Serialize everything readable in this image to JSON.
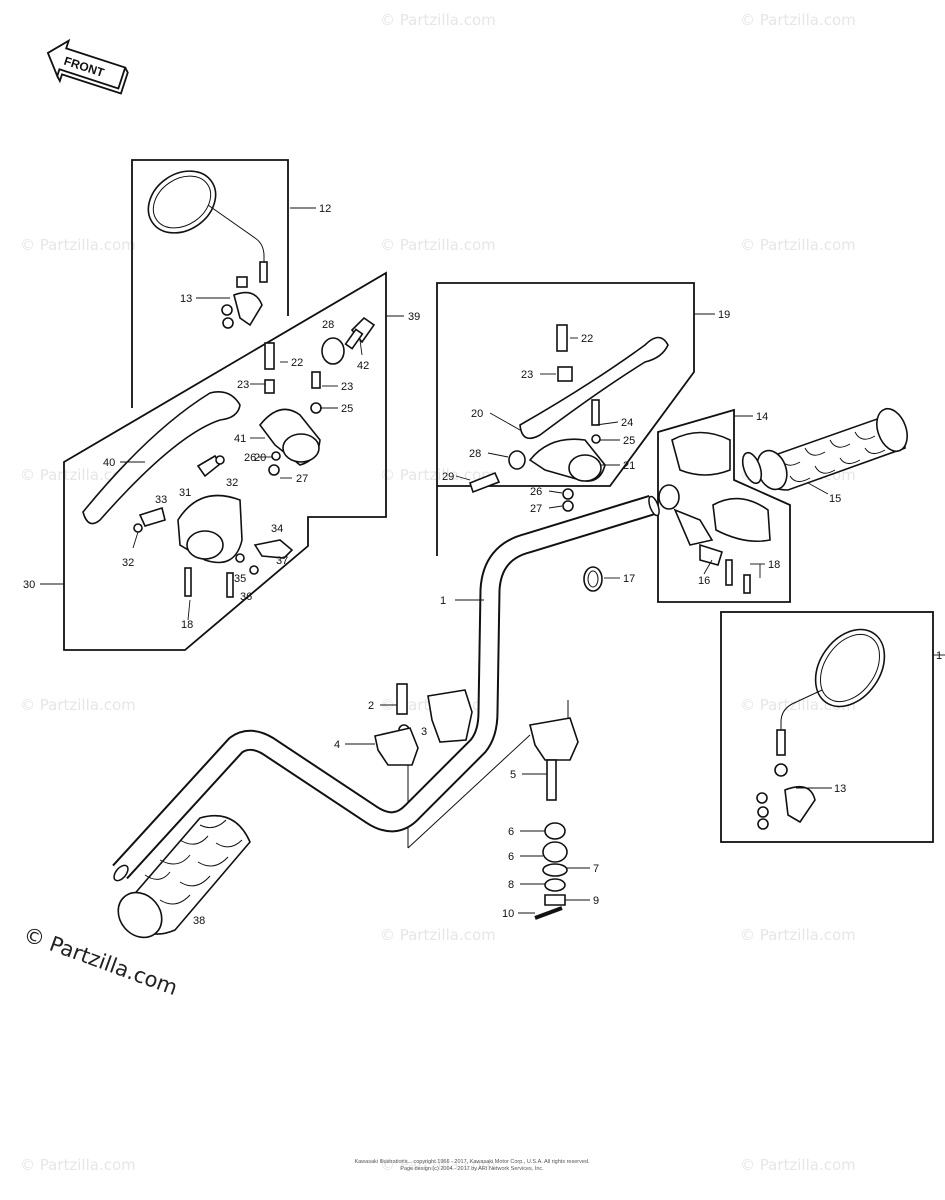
{
  "front_arrow_label": "FRONT",
  "watermark_text": "© Partzilla.com",
  "corner_watermark": "© Partzilla.com",
  "footer": {
    "line1": "Kawasaki Illustrations... copyright 1966 - 2017, Kawasaki Motor Corp., U.S.A. All rights reserved.",
    "line2": "Page design (c) 2004 - 2017 by ARI Network Services, Inc."
  },
  "callouts": {
    "c1a": "1",
    "c1b": "1",
    "c2": "2",
    "c3": "3",
    "c4": "4",
    "c5": "5",
    "c6a": "6",
    "c6b": "6",
    "c7": "7",
    "c8": "8",
    "c9": "9",
    "c10": "10",
    "c12": "12",
    "c13a": "13",
    "c13b": "13",
    "c14": "14",
    "c15": "15",
    "c16": "16",
    "c17": "17",
    "c18a": "18",
    "c18b": "18",
    "c19": "19",
    "c20a": "20",
    "c20b": "20",
    "c21": "21",
    "c22a": "22",
    "c22b": "22",
    "c23a": "23",
    "c23b": "23",
    "c23c": "23",
    "c24": "24",
    "c25a": "25",
    "c25b": "25",
    "c26a": "26",
    "c26b": "26",
    "c27a": "27",
    "c27b": "27",
    "c28a": "28",
    "c28b": "28",
    "c29": "29",
    "c30": "30",
    "c31": "31",
    "c32a": "32",
    "c32b": "32",
    "c33": "33",
    "c34": "34",
    "c35": "35",
    "c36": "36",
    "c37": "37",
    "c38": "38",
    "c39": "39",
    "c40": "40",
    "c41": "41",
    "c42": "42"
  }
}
